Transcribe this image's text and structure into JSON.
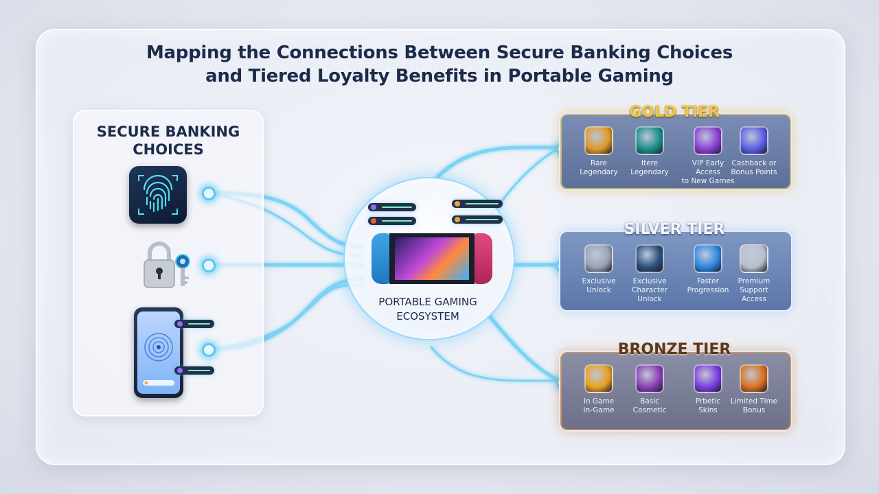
{
  "title": {
    "line1": "Mapping the Connections Between Secure Banking Choices",
    "line2": "and Tiered Loyalty Benefits in Portable Gaming"
  },
  "banking": {
    "heading_line1": "SECURE BANKING",
    "heading_line2": "CHOICES",
    "items": [
      {
        "icon": "fingerprint-icon"
      },
      {
        "icon": "padlock-key-icon"
      },
      {
        "icon": "smartphone-icon"
      }
    ]
  },
  "hub": {
    "label_line1": "PORTABLE GAMING",
    "label_line2": "ECOSYSTEM"
  },
  "tiers": {
    "gold": {
      "title": "GOLD TIER",
      "color": "#f0c54e",
      "perks": [
        {
          "label": "Rare\nLegendary",
          "color": "#e09a2a"
        },
        {
          "label": "Itere\nLegendary",
          "color": "#1d8f8a"
        },
        {
          "label": "VIP Early Access\nto New Games",
          "color": "#8b3fd6"
        },
        {
          "label": "Cashback or\nBonus Points",
          "color": "#5a5de8"
        }
      ]
    },
    "silver": {
      "title": "SILVER TIER",
      "color": "#f4f6fb",
      "perks": [
        {
          "label": "Exclusive\nUnlock",
          "color": "#9aa3b4"
        },
        {
          "label": "Exclusive\nCharacter\nUnlock",
          "color": "#2c4f7a"
        },
        {
          "label": "Faster\nProgression",
          "color": "#2e86e0"
        },
        {
          "label": "Premium\nSupport\nAccess",
          "color": "#b9c0cc"
        }
      ]
    },
    "bronze": {
      "title": "BRONZE TIER",
      "color": "#5a3a22",
      "perks": [
        {
          "label": "In Game\nIn-Game",
          "color": "#e9a020"
        },
        {
          "label": "Basic\nCosmetic",
          "color": "#8a3fb8"
        },
        {
          "label": "Prbetic\nSkins",
          "color": "#7a3fe0"
        },
        {
          "label": "Limited Time\nBonus",
          "color": "#d8701f"
        }
      ]
    }
  }
}
